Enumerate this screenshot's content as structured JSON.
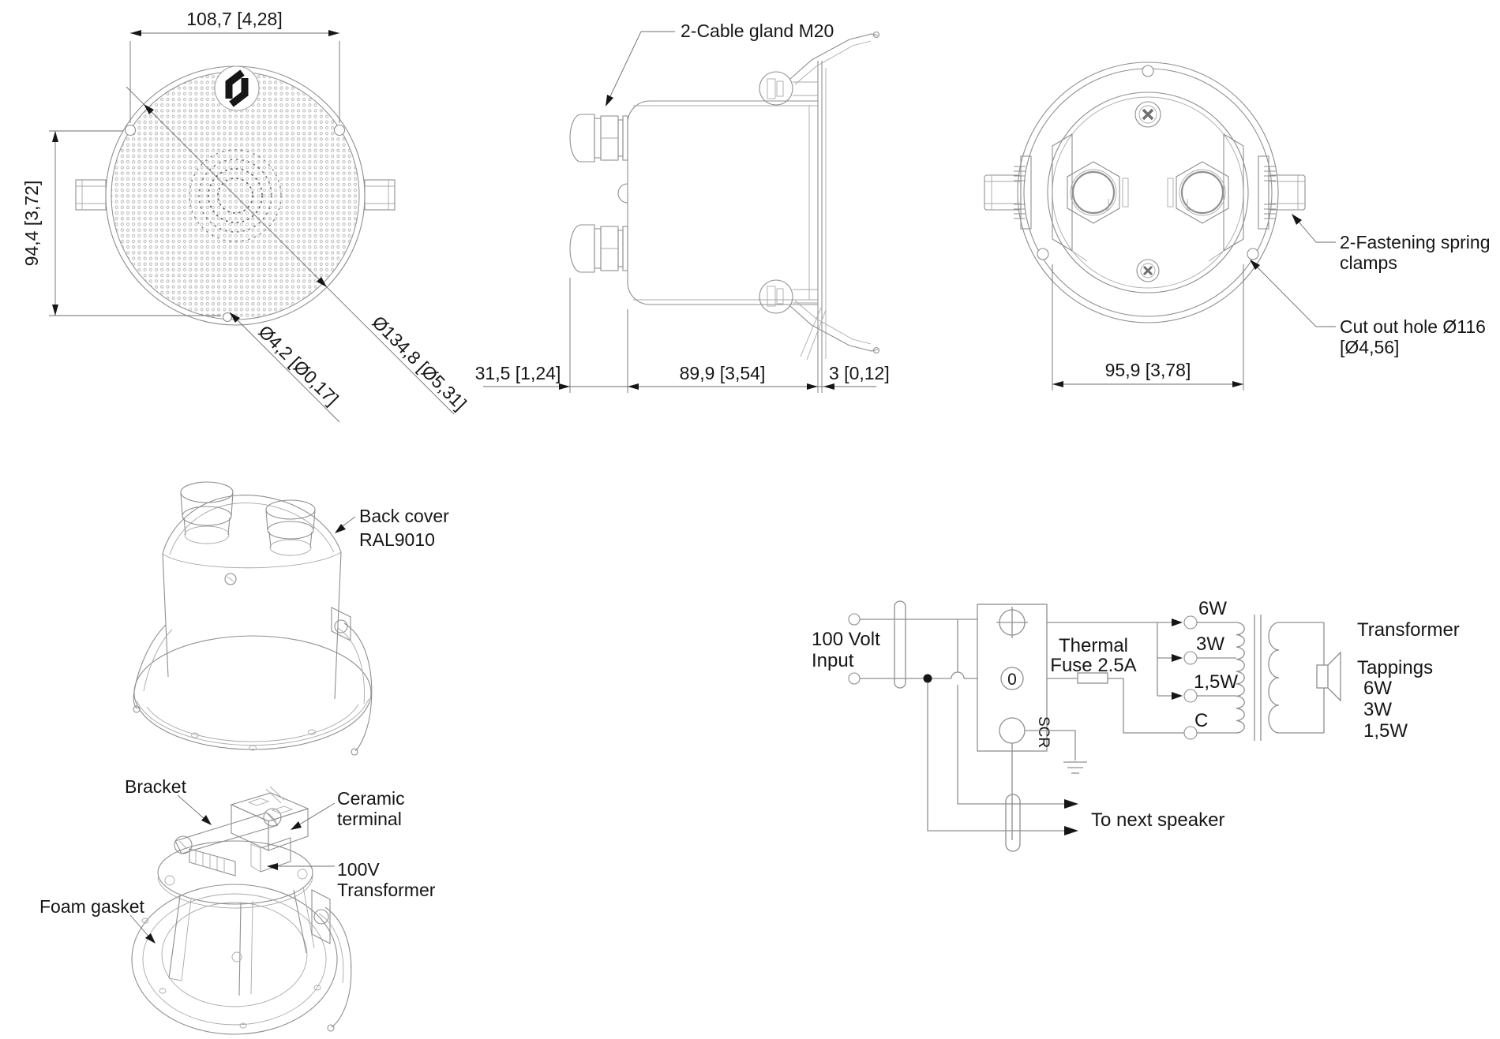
{
  "front_view": {
    "dim_width": "108,7 [4,28]",
    "dim_height": "94,4 [3,72]",
    "dim_outer_diameter": "Ø134,8 [Ø5,31]",
    "dim_hole_diameter": "Ø4,2 [Ø0,17]"
  },
  "side_view": {
    "cable_gland_label": "2-Cable gland M20",
    "dim_gland_depth": "31,5 [1,24]",
    "dim_body_depth": "89,9 [3,54]",
    "dim_flange_thickness": "3 [0,12]"
  },
  "back_view": {
    "dim_clamp_span": "95,9 [3,78]",
    "clamps_label_line1": "2-Fastening spring",
    "clamps_label_line2": "clamps",
    "cutout_label_line1": "Cut out hole Ø116",
    "cutout_label_line2": "[Ø4,56]"
  },
  "back_cover_view": {
    "label_line1": "Back cover",
    "label_line2": "RAL9010"
  },
  "internal_view": {
    "bracket_label": "Bracket",
    "ceramic_label_line1": "Ceramic",
    "ceramic_label_line2": "terminal",
    "transformer_label_line1": "100V",
    "transformer_label_line2": "Transformer",
    "gasket_label": "Foam gasket"
  },
  "wiring": {
    "input_label_line1": "100 Volt",
    "input_label_line2": "Input",
    "terminal_zero": "0",
    "terminal_scr": "SCR",
    "fuse_label_line1": "Thermal",
    "fuse_label_line2": "Fuse 2.5A",
    "tap_6w": "6W",
    "tap_3w": "3W",
    "tap_1p5w": "1,5W",
    "tap_common": "C",
    "transformer_label": "Transformer",
    "tappings_label": "Tappings",
    "tapping_values": [
      "6W",
      "3W",
      "1,5W"
    ],
    "next_speaker_label": "To next speaker"
  }
}
